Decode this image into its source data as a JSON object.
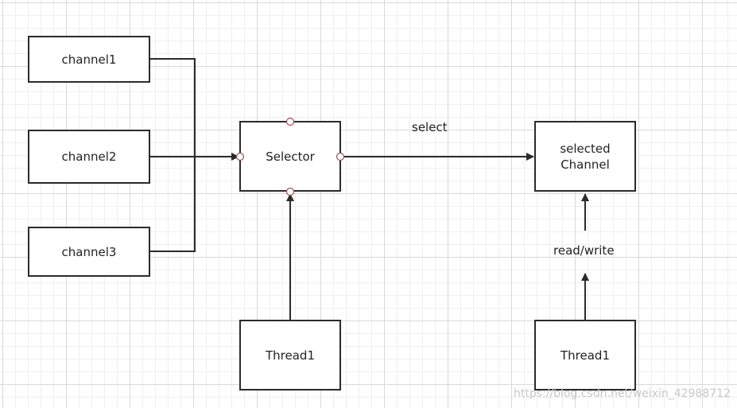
{
  "channels": [
    {
      "label": "channel1"
    },
    {
      "label": "channel2"
    },
    {
      "label": "channel3"
    }
  ],
  "selector": {
    "label": "Selector"
  },
  "selected_channel": {
    "line1": "selected",
    "line2": "Channel"
  },
  "threads": {
    "left": "Thread1",
    "right": "Thread1"
  },
  "edges": {
    "select": "select",
    "read_write": "read/write"
  },
  "watermark": "https://blog.csdn.net/weixin_42988712",
  "colors": {
    "stroke": "#2b2b2b",
    "port": "#a05050",
    "background": "#ffffff"
  }
}
